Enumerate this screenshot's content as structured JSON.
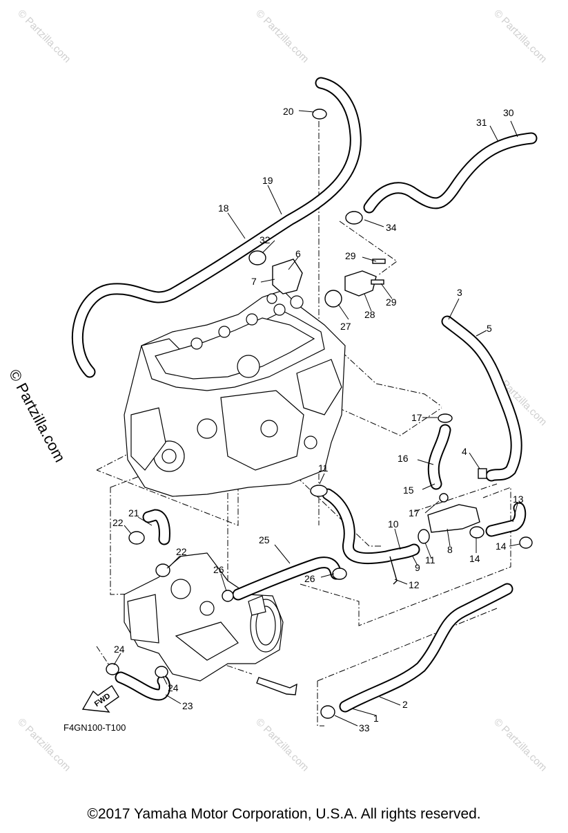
{
  "diagram": {
    "code": "F4GN100-T100",
    "fwd_label": "FWD",
    "watermark": "© Partzilla.com",
    "side_watermark": "© Partzilla.com",
    "copyright": "©2017  Yamaha Motor Corporation, U.S.A. All rights reserved.",
    "callouts": [
      "1",
      "2",
      "3",
      "4",
      "5",
      "6",
      "7",
      "8",
      "9",
      "10",
      "11",
      "11",
      "12",
      "13",
      "14",
      "14",
      "15",
      "16",
      "17",
      "17",
      "18",
      "19",
      "20",
      "21",
      "22",
      "22",
      "23",
      "24",
      "24",
      "25",
      "26",
      "26",
      "27",
      "28",
      "29",
      "29",
      "30",
      "31",
      "32",
      "33",
      "34"
    ]
  }
}
